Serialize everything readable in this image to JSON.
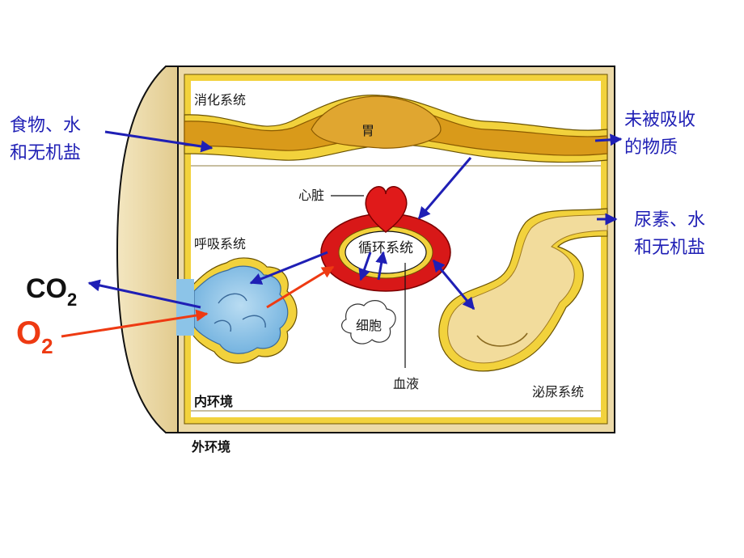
{
  "labels": {
    "digestive_system": "消化系统",
    "stomach": "胃",
    "heart": "心脏",
    "respiratory_system": "呼吸系统",
    "circulatory_system": "循环系统",
    "cell": "细胞",
    "blood": "血液",
    "urinary_system": "泌尿系统",
    "internal_environment": "内环境",
    "external_environment": "外环境"
  },
  "external": {
    "food_line1": "食物、水",
    "food_line2": "和无机盐",
    "unabsorbed_line1": "未被吸收",
    "unabsorbed_line2": "的物质",
    "urea_line1": "尿素、水",
    "urea_line2": "和无机盐",
    "co2_main": "CO",
    "co2_sub": "2",
    "o2_main": "O",
    "o2_sub": "2"
  },
  "colors": {
    "cream_body": "#ecdaa8",
    "tissue_yellow": "#f2d23c",
    "tract_gold": "#d99a1a",
    "blood_red": "#d81818",
    "heart_red": "#e01a1a",
    "lung_blue": "#8cc4e8",
    "urinary_tan": "#f2dc9c",
    "arrow_blue": "#1f1fb5",
    "arrow_red": "#ee3a12",
    "o2_text": "#ee3a12"
  }
}
